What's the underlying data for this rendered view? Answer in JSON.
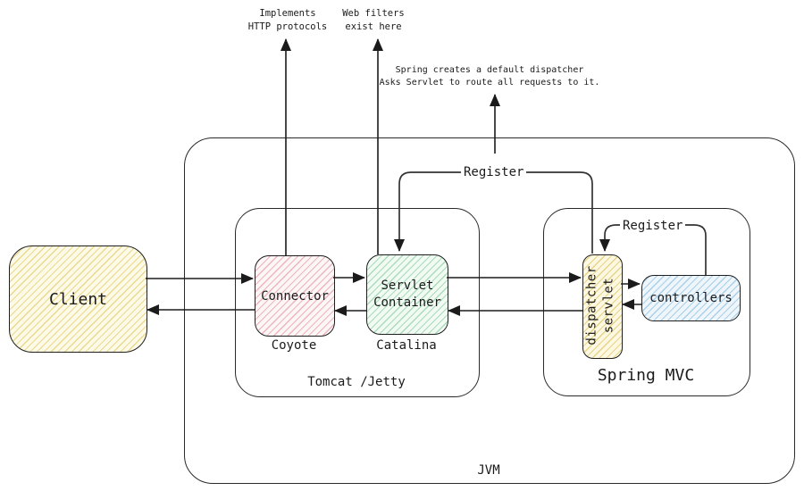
{
  "diagram": {
    "title": "Spring MVC / Tomcat request flow diagram",
    "containers": {
      "jvm": {
        "label": "JVM"
      },
      "tomcat": {
        "label": "Tomcat /Jetty"
      },
      "spring_mvc": {
        "label": "Spring MVC"
      }
    },
    "nodes": {
      "client": {
        "label": "Client"
      },
      "connector": {
        "label": "Connector",
        "caption": "Coyote"
      },
      "servlet_container": {
        "label": [
          "Servlet",
          "Container"
        ],
        "caption": "Catalina"
      },
      "dispatcher_servlet": {
        "label": [
          "dispatcher",
          "servlet"
        ]
      },
      "controllers": {
        "label": "controllers"
      }
    },
    "annotations": {
      "implements": [
        "Implements",
        "HTTP protocols"
      ],
      "web_filters": [
        "Web filters",
        "exist here"
      ],
      "spring_note": [
        "Spring creates a default dispatcher",
        "Asks Servlet to route all requests to it."
      ],
      "register_servlet": "Register",
      "register_controllers": "Register"
    },
    "colors": {
      "line": "#1b1b1b",
      "container_border": "#2a2a2a",
      "client_fill": "#fdfae8",
      "client_hatch": "#ead98e",
      "connector_fill": "#fdf6f7",
      "connector_hatch": "#eeb5bd",
      "servlet_container_fill": "#f2faf4",
      "servlet_container_hatch": "#abdcb8",
      "dispatcher_fill": "#fdf8e2",
      "dispatcher_hatch": "#e7d489",
      "controllers_fill": "#eef6fc",
      "controllers_hatch": "#aacfe9"
    }
  }
}
